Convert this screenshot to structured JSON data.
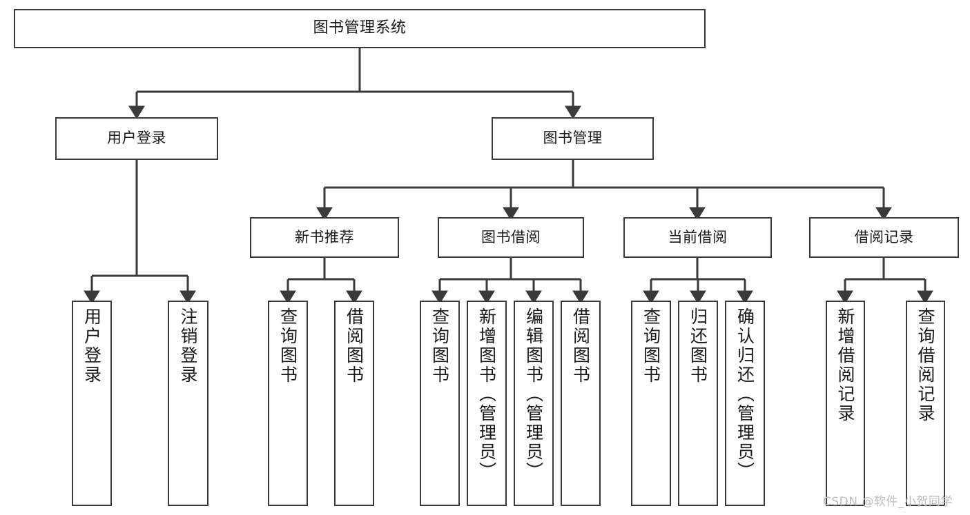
{
  "diagram": {
    "title": "图书管理系统",
    "type": "tree-hierarchy",
    "root": {
      "id": "root",
      "label": "图书管理系统"
    },
    "level2": [
      {
        "id": "user-login",
        "label": "用户登录"
      },
      {
        "id": "book-manage",
        "label": "图书管理"
      }
    ],
    "level3": [
      {
        "id": "new-book-rec",
        "label": "新书推荐",
        "parent": "book-manage"
      },
      {
        "id": "book-borrow",
        "label": "图书借阅",
        "parent": "book-manage"
      },
      {
        "id": "current-borrow",
        "label": "当前借阅",
        "parent": "book-manage"
      },
      {
        "id": "borrow-record",
        "label": "借阅记录",
        "parent": "book-manage"
      }
    ],
    "leaves": [
      {
        "id": "leaf-user-login",
        "label": "用户登录",
        "parent": "user-login"
      },
      {
        "id": "leaf-user-logout",
        "label": "注销登录",
        "parent": "user-login"
      },
      {
        "id": "leaf-query-book-1",
        "label": "查询图书",
        "parent": "new-book-rec"
      },
      {
        "id": "leaf-borrow-book-1",
        "label": "借阅图书",
        "parent": "new-book-rec"
      },
      {
        "id": "leaf-query-book-2",
        "label": "查询图书",
        "parent": "book-borrow"
      },
      {
        "id": "leaf-add-book",
        "label": "新增图书（管理员）",
        "parent": "book-borrow"
      },
      {
        "id": "leaf-edit-book",
        "label": "编辑图书（管理员）",
        "parent": "book-borrow"
      },
      {
        "id": "leaf-borrow-book-2",
        "label": "借阅图书",
        "parent": "book-borrow"
      },
      {
        "id": "leaf-query-book-3",
        "label": "查询图书",
        "parent": "current-borrow"
      },
      {
        "id": "leaf-return-book",
        "label": "归还图书",
        "parent": "current-borrow"
      },
      {
        "id": "leaf-confirm-return",
        "label": "确认归还（管理员）",
        "parent": "current-borrow"
      },
      {
        "id": "leaf-add-record",
        "label": "新增借阅记录",
        "parent": "borrow-record"
      },
      {
        "id": "leaf-query-record",
        "label": "查询借阅记录",
        "parent": "borrow-record"
      }
    ],
    "colors": {
      "stroke": "#3a3a3a",
      "fill": "#ffffff",
      "text": "#1a1a1a",
      "watermark": "#bdbdbd"
    }
  },
  "watermark": {
    "text": "CSDN @软件_小贺同学"
  }
}
